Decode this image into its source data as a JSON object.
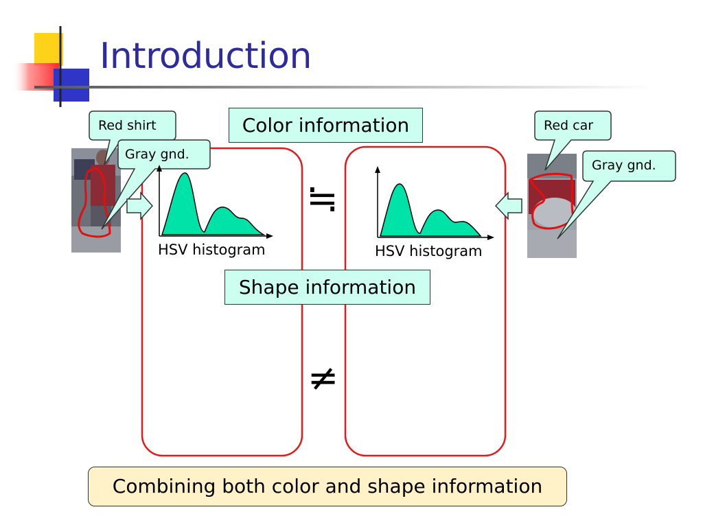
{
  "slide": {
    "title": "Introduction",
    "color_info_label": "Color information",
    "shape_info_label": "Shape information",
    "combine_label": "Combining both color and shape information",
    "left": {
      "callout_top": "Red shirt",
      "callout_bottom": "Gray gnd.",
      "histogram_label": "HSV histogram"
    },
    "right": {
      "callout_top": "Red car",
      "callout_bottom": "Gray gnd.",
      "histogram_label": "HSV histogram"
    },
    "approx_equal_symbol": "≒",
    "not_equal_symbol": "≠"
  },
  "colors": {
    "title": "#2e2b9e",
    "callout_fill": "#ccfff0",
    "histogram_fill": "#00e3a8",
    "frame_red": "#e11b1b",
    "combine_fill": "#fff2c8",
    "deco_yellow": "#ffd21a",
    "deco_red": "#ff2a2a",
    "deco_blue": "#2f35c7"
  }
}
